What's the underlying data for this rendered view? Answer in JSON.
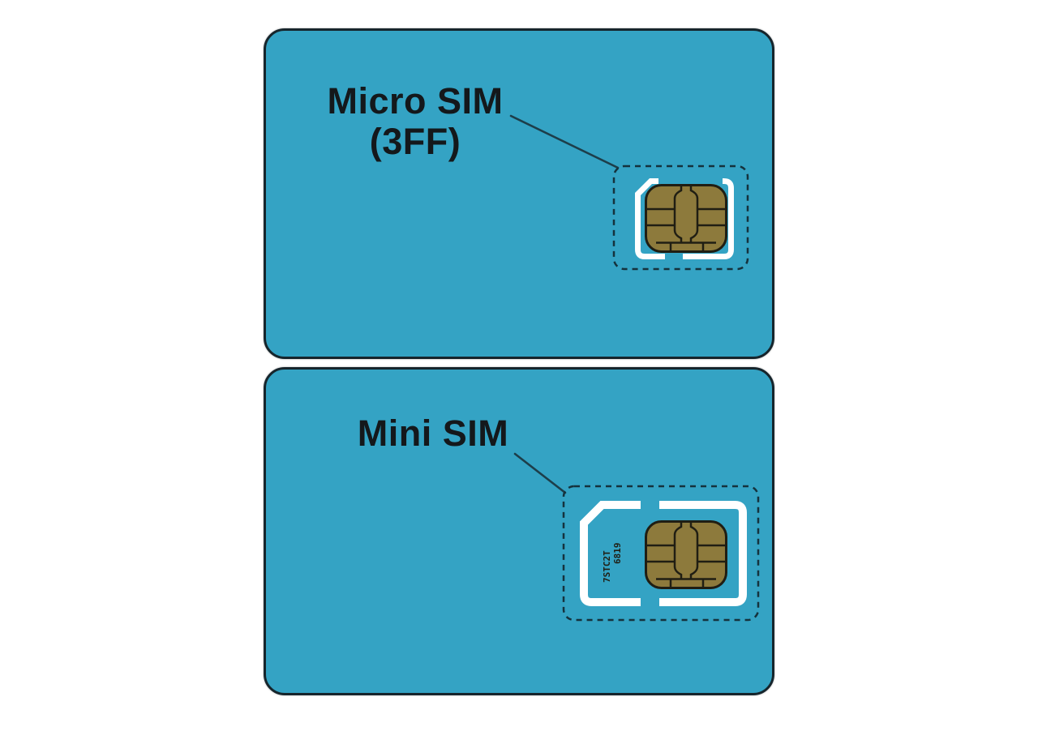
{
  "colors": {
    "page_background": "#FFFFFF",
    "card_fill": "#34A3C4",
    "card_border": "#16252C",
    "label_text": "#14181B",
    "leader_line": "#1D3E4A",
    "cutout_dash": "#15323D",
    "sim_cutout": "#FFFFFF",
    "chip_gold": "#8D7A3C",
    "chip_line": "#201E13"
  },
  "cards": [
    {
      "name": "micro-sim-card",
      "label_line1": "Micro SIM",
      "label_line2": "(3FF)"
    },
    {
      "name": "mini-sim-card",
      "label_line1": "Mini SIM",
      "chip_marking_line1": "6819",
      "chip_marking_line2": "7STC2T"
    }
  ]
}
